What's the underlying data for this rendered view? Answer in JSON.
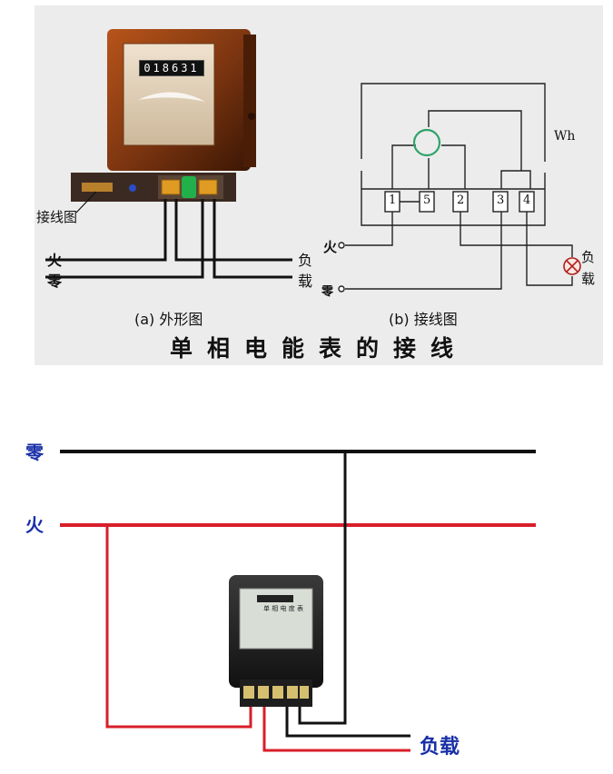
{
  "top": {
    "meter_reading": "018631",
    "left_labels": {
      "wiring_label": "接线图",
      "live": "火",
      "neutral": "零"
    },
    "right_load_labels": {
      "load_top": "负",
      "load_bottom": "载"
    },
    "caption_a": "(a) 外形图",
    "caption_b": "(b) 接线图",
    "title": "单相电能表的接线",
    "schematic": {
      "wh_label": "Wh",
      "terminals": [
        "1",
        "5",
        "2",
        "3",
        "4"
      ],
      "live": "火",
      "neutral": "零",
      "load_top": "负",
      "load_bottom": "载"
    }
  },
  "bottom": {
    "neutral": "零",
    "live": "火",
    "load": "负载",
    "meter_face_text": "单 相 电 度 表"
  },
  "colors": {
    "panel_bg": "#ececec",
    "live_wire_red": "#d81e2a",
    "neutral_wire": "#111111",
    "label_blue": "#1a2fa8",
    "meter_brown": "#7a3410",
    "ct_green": "#2fa36b"
  }
}
